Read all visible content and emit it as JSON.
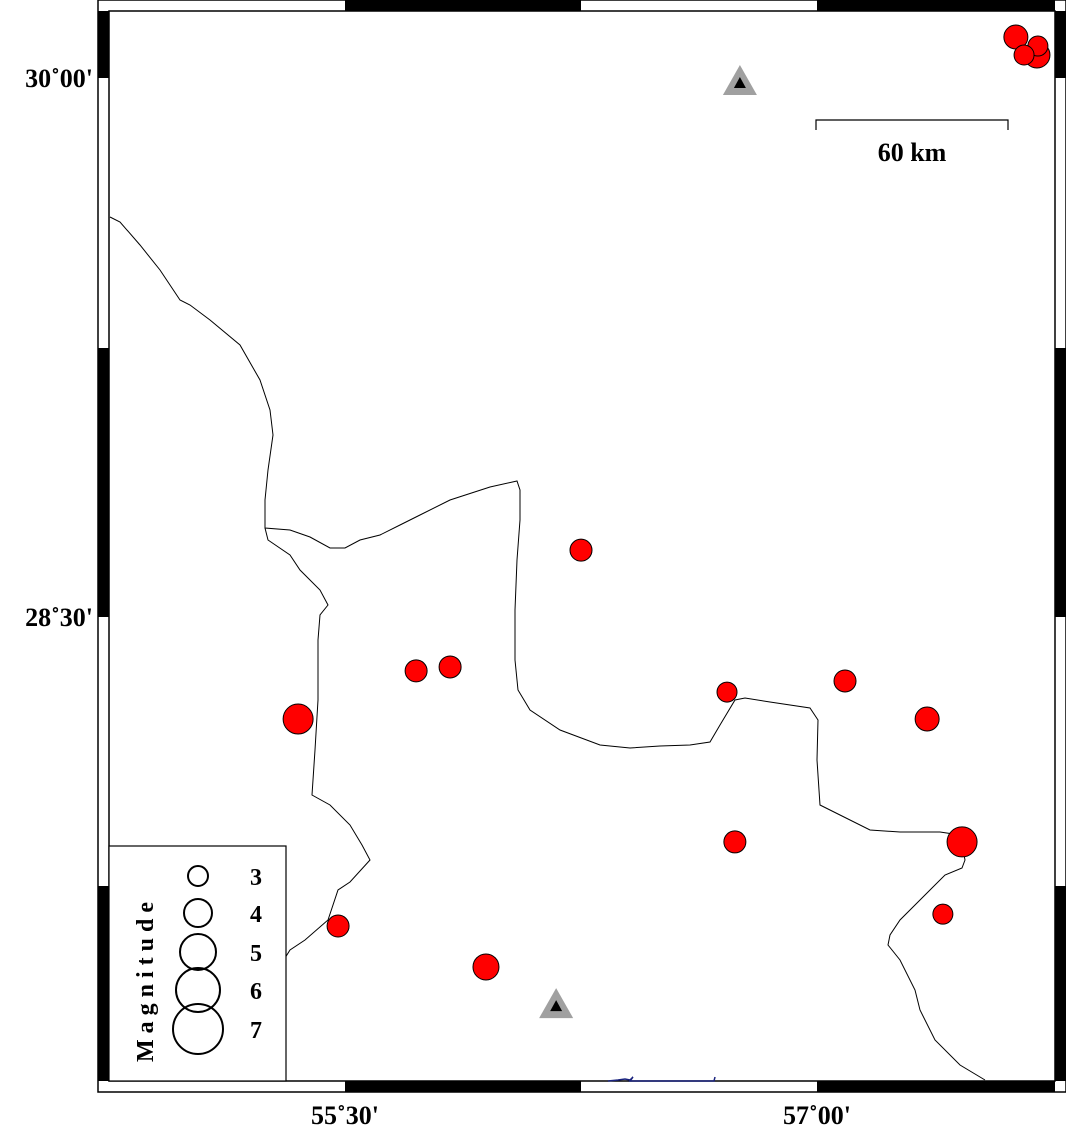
{
  "map": {
    "axis_labels": {
      "lat_top": "30˚00'",
      "lat_mid": "28˚30'",
      "lon_left": "55˚30'",
      "lon_right": "57˚00'"
    },
    "scale_bar": {
      "label": "60 km"
    },
    "legend": {
      "title": "Magnitude",
      "magnitudes": [
        "3",
        "4",
        "5",
        "6",
        "7"
      ]
    },
    "colors": {
      "event_fill": "#ff0000",
      "station_fill": "#a0a0a0",
      "coast": "#1a237e",
      "border": "#000000"
    },
    "events": [
      {
        "lon": 57.632,
        "lat": 30.114,
        "mag": 3.5
      },
      {
        "lon": 57.699,
        "lat": 30.064,
        "mag": 3.75
      },
      {
        "lon": 57.702,
        "lat": 30.089,
        "mag": 3.0
      },
      {
        "lon": 57.658,
        "lat": 30.064,
        "mag": 3.0
      },
      {
        "lon": 56.25,
        "lat": 28.686,
        "mag": 3.25
      },
      {
        "lon": 55.726,
        "lat": 28.35,
        "mag": 3.25
      },
      {
        "lon": 55.834,
        "lat": 28.361,
        "mag": 3.25
      },
      {
        "lon": 55.351,
        "lat": 28.216,
        "mag": 4.25
      },
      {
        "lon": 56.714,
        "lat": 28.291,
        "mag": 3.0
      },
      {
        "lon": 57.089,
        "lat": 28.322,
        "mag": 3.25
      },
      {
        "lon": 57.35,
        "lat": 28.216,
        "mag": 3.5
      },
      {
        "lon": 57.461,
        "lat": 27.874,
        "mag": 4.25
      },
      {
        "lon": 56.739,
        "lat": 27.874,
        "mag": 3.25
      },
      {
        "lon": 57.4,
        "lat": 27.673,
        "mag": 3.0
      },
      {
        "lon": 55.478,
        "lat": 27.64,
        "mag": 3.25
      },
      {
        "lon": 55.948,
        "lat": 27.526,
        "mag": 3.75
      }
    ],
    "stations": [
      {
        "lon": 56.755,
        "lat": 29.989
      },
      {
        "lon": 56.171,
        "lat": 27.42
      }
    ]
  }
}
